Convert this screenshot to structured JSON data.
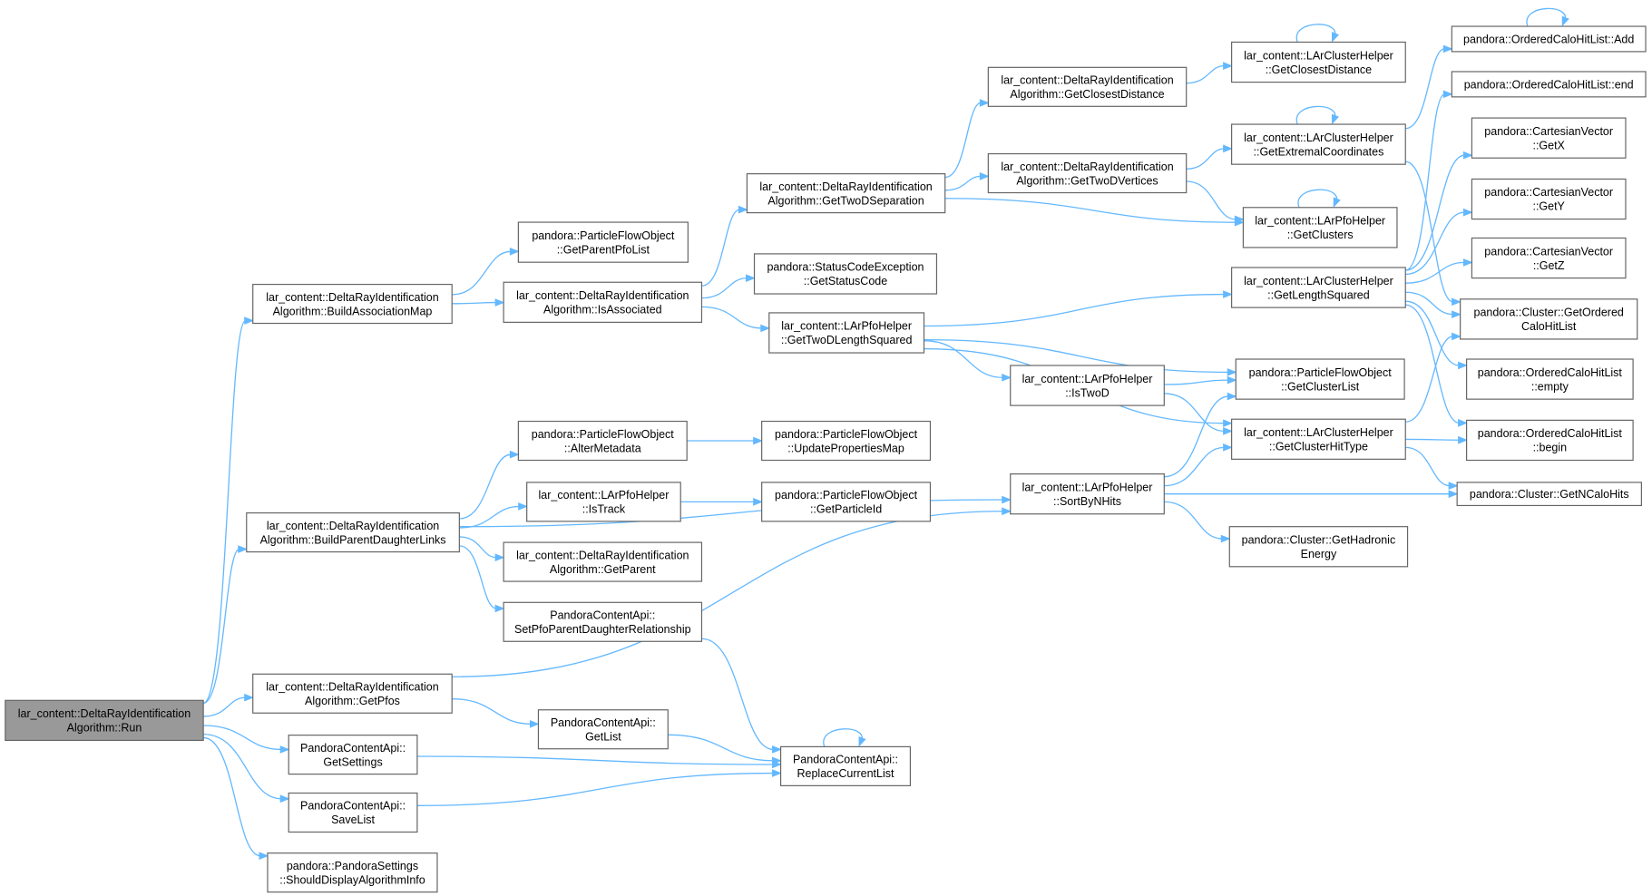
{
  "colors": {
    "edge": "#63b8ff",
    "root_fill": "#999999",
    "node_border": "#666666",
    "background": "#ffffff"
  },
  "nodes": [
    {
      "id": "run",
      "root": true,
      "lines": [
        "lar_content::DeltaRayIdentification",
        "Algorithm::Run"
      ]
    },
    {
      "id": "buildAssoc",
      "lines": [
        "lar_content::DeltaRayIdentification",
        "Algorithm::BuildAssociationMap"
      ]
    },
    {
      "id": "buildPD",
      "lines": [
        "lar_content::DeltaRayIdentification",
        "Algorithm::BuildParentDaughterLinks"
      ]
    },
    {
      "id": "getPfos",
      "lines": [
        "lar_content::DeltaRayIdentification",
        "Algorithm::GetPfos"
      ]
    },
    {
      "id": "getSettings",
      "lines": [
        "PandoraContentApi::",
        "GetSettings"
      ]
    },
    {
      "id": "saveList",
      "lines": [
        "PandoraContentApi::",
        "SaveList"
      ]
    },
    {
      "id": "shouldDisplay",
      "lines": [
        "pandora::PandoraSettings",
        "::ShouldDisplayAlgorithmInfo"
      ]
    },
    {
      "id": "getParentPfoList",
      "lines": [
        "pandora::ParticleFlowObject",
        "::GetParentPfoList"
      ]
    },
    {
      "id": "isAssociated",
      "lines": [
        "lar_content::DeltaRayIdentification",
        "Algorithm::IsAssociated"
      ]
    },
    {
      "id": "alterMetadata",
      "lines": [
        "pandora::ParticleFlowObject",
        "::AlterMetadata"
      ]
    },
    {
      "id": "isTrack",
      "lines": [
        "lar_content::LArPfoHelper",
        "::IsTrack"
      ]
    },
    {
      "id": "getParent",
      "lines": [
        "lar_content::DeltaRayIdentification",
        "Algorithm::GetParent"
      ]
    },
    {
      "id": "setPfoPD",
      "lines": [
        "PandoraContentApi::",
        "SetPfoParentDaughterRelationship"
      ]
    },
    {
      "id": "getList",
      "lines": [
        "PandoraContentApi::",
        "GetList"
      ]
    },
    {
      "id": "getTwoDSep",
      "lines": [
        "lar_content::DeltaRayIdentification",
        "Algorithm::GetTwoDSeparation"
      ]
    },
    {
      "id": "getStatusCode",
      "lines": [
        "pandora::StatusCodeException",
        "::GetStatusCode"
      ]
    },
    {
      "id": "getTwoDLenSq",
      "lines": [
        "lar_content::LArPfoHelper",
        "::GetTwoDLengthSquared"
      ]
    },
    {
      "id": "updateProps",
      "lines": [
        "pandora::ParticleFlowObject",
        "::UpdatePropertiesMap"
      ]
    },
    {
      "id": "getParticleId",
      "lines": [
        "pandora::ParticleFlowObject",
        "::GetParticleId"
      ]
    },
    {
      "id": "replaceCurrent",
      "lines": [
        "PandoraContentApi::",
        "ReplaceCurrentList"
      ]
    },
    {
      "id": "algGetClosestDist",
      "lines": [
        "lar_content::DeltaRayIdentification",
        "Algorithm::GetClosestDistance"
      ]
    },
    {
      "id": "algGetTwoDVert",
      "lines": [
        "lar_content::DeltaRayIdentification",
        "Algorithm::GetTwoDVertices"
      ]
    },
    {
      "id": "isTwoD",
      "lines": [
        "lar_content::LArPfoHelper",
        "::IsTwoD"
      ]
    },
    {
      "id": "sortByNHits",
      "lines": [
        "lar_content::LArPfoHelper",
        "::SortByNHits"
      ]
    },
    {
      "id": "chClosestDist",
      "lines": [
        "lar_content::LArClusterHelper",
        "::GetClosestDistance"
      ]
    },
    {
      "id": "chExtremal",
      "lines": [
        "lar_content::LArClusterHelper",
        "::GetExtremalCoordinates"
      ]
    },
    {
      "id": "pfoGetClusters",
      "lines": [
        "lar_content::LArPfoHelper",
        "::GetClusters"
      ]
    },
    {
      "id": "chLenSq",
      "lines": [
        "lar_content::LArClusterHelper",
        "::GetLengthSquared"
      ]
    },
    {
      "id": "pfoGetClusterList",
      "lines": [
        "pandora::ParticleFlowObject",
        "::GetClusterList"
      ]
    },
    {
      "id": "chHitType",
      "lines": [
        "lar_content::LArClusterHelper",
        "::GetClusterHitType"
      ]
    },
    {
      "id": "clusterHadronic",
      "lines": [
        "pandora::Cluster::GetHadronic",
        "Energy"
      ]
    },
    {
      "id": "ochlAdd",
      "lines": [
        "pandora::OrderedCaloHitList::Add"
      ]
    },
    {
      "id": "ochlEnd",
      "lines": [
        "pandora::OrderedCaloHitList::end"
      ]
    },
    {
      "id": "cvGetX",
      "lines": [
        "pandora::CartesianVector",
        "::GetX"
      ]
    },
    {
      "id": "cvGetY",
      "lines": [
        "pandora::CartesianVector",
        "::GetY"
      ]
    },
    {
      "id": "cvGetZ",
      "lines": [
        "pandora::CartesianVector",
        "::GetZ"
      ]
    },
    {
      "id": "clusterGetOrdered",
      "lines": [
        "pandora::Cluster::GetOrdered",
        "CaloHitList"
      ]
    },
    {
      "id": "ochlEmpty",
      "lines": [
        "pandora::OrderedCaloHitList",
        "::empty"
      ]
    },
    {
      "id": "ochlBegin",
      "lines": [
        "pandora::OrderedCaloHitList",
        "::begin"
      ]
    },
    {
      "id": "clusterNCalo",
      "lines": [
        "pandora::Cluster::GetNCaloHits"
      ]
    }
  ],
  "edges": [
    [
      "run",
      "buildAssoc"
    ],
    [
      "run",
      "buildPD"
    ],
    [
      "run",
      "getPfos"
    ],
    [
      "run",
      "getSettings"
    ],
    [
      "run",
      "saveList"
    ],
    [
      "run",
      "shouldDisplay"
    ],
    [
      "buildAssoc",
      "getParentPfoList"
    ],
    [
      "buildAssoc",
      "isAssociated"
    ],
    [
      "buildPD",
      "alterMetadata"
    ],
    [
      "buildPD",
      "isTrack"
    ],
    [
      "buildPD",
      "getParent"
    ],
    [
      "buildPD",
      "setPfoPD"
    ],
    [
      "buildPD",
      "sortByNHits"
    ],
    [
      "getPfos",
      "getList"
    ],
    [
      "getPfos",
      "sortByNHits"
    ],
    [
      "getSettings",
      "replaceCurrent"
    ],
    [
      "saveList",
      "replaceCurrent"
    ],
    [
      "getList",
      "replaceCurrent"
    ],
    [
      "setPfoPD",
      "replaceCurrent"
    ],
    [
      "replaceCurrent",
      "replaceCurrent"
    ],
    [
      "isAssociated",
      "getTwoDSep"
    ],
    [
      "isAssociated",
      "getStatusCode"
    ],
    [
      "isAssociated",
      "getTwoDLenSq"
    ],
    [
      "alterMetadata",
      "updateProps"
    ],
    [
      "isTrack",
      "getParticleId"
    ],
    [
      "getTwoDSep",
      "algGetClosestDist"
    ],
    [
      "getTwoDSep",
      "algGetTwoDVert"
    ],
    [
      "getTwoDSep",
      "pfoGetClusters"
    ],
    [
      "algGetClosestDist",
      "chClosestDist"
    ],
    [
      "algGetTwoDVert",
      "chExtremal"
    ],
    [
      "algGetTwoDVert",
      "pfoGetClusters"
    ],
    [
      "getTwoDLenSq",
      "chLenSq"
    ],
    [
      "getTwoDLenSq",
      "pfoGetClusterList"
    ],
    [
      "getTwoDLenSq",
      "isTwoD"
    ],
    [
      "getTwoDLenSq",
      "chHitType"
    ],
    [
      "isTwoD",
      "pfoGetClusterList"
    ],
    [
      "isTwoD",
      "chHitType"
    ],
    [
      "sortByNHits",
      "pfoGetClusterList"
    ],
    [
      "sortByNHits",
      "chHitType"
    ],
    [
      "sortByNHits",
      "clusterNCalo"
    ],
    [
      "sortByNHits",
      "clusterHadronic"
    ],
    [
      "chClosestDist",
      "chClosestDist"
    ],
    [
      "chExtremal",
      "chExtremal"
    ],
    [
      "pfoGetClusters",
      "pfoGetClusters"
    ],
    [
      "chExtremal",
      "ochlAdd"
    ],
    [
      "chExtremal",
      "clusterGetOrdered"
    ],
    [
      "chLenSq",
      "ochlEnd"
    ],
    [
      "chLenSq",
      "cvGetX"
    ],
    [
      "chLenSq",
      "cvGetY"
    ],
    [
      "chLenSq",
      "cvGetZ"
    ],
    [
      "chLenSq",
      "clusterGetOrdered"
    ],
    [
      "chLenSq",
      "ochlEmpty"
    ],
    [
      "chLenSq",
      "ochlBegin"
    ],
    [
      "chHitType",
      "clusterGetOrdered"
    ],
    [
      "chHitType",
      "ochlBegin"
    ],
    [
      "chHitType",
      "clusterNCalo"
    ],
    [
      "ochlAdd",
      "ochlAdd"
    ]
  ]
}
